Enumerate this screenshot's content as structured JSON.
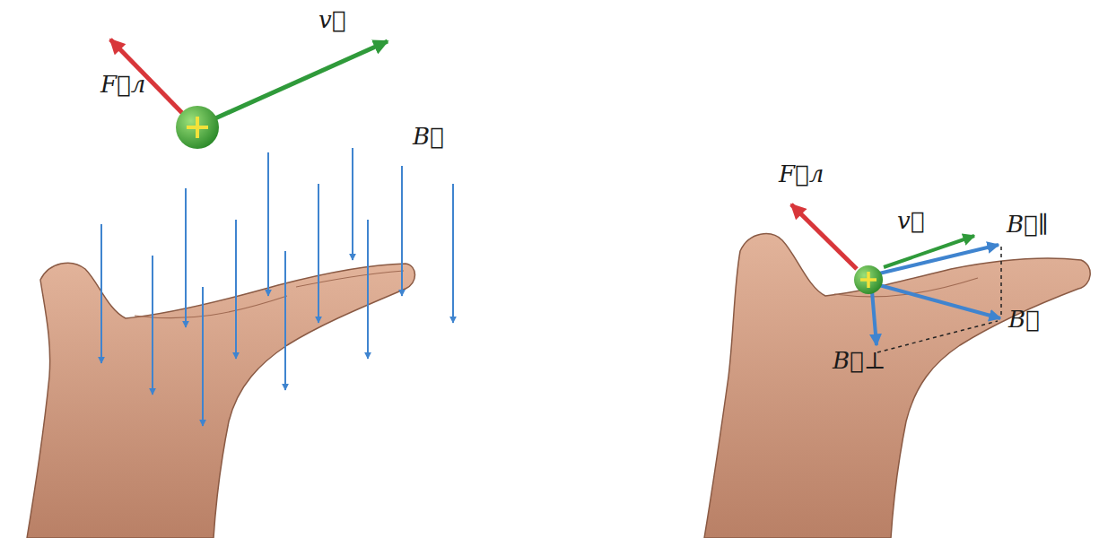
{
  "diagram": {
    "labels": [
      "F⃗л",
      "v⃗",
      "B⃗",
      "F⃗л",
      "v⃗",
      "B⃗∥",
      "B⃗",
      "B⃗⊥"
    ]
  }
}
